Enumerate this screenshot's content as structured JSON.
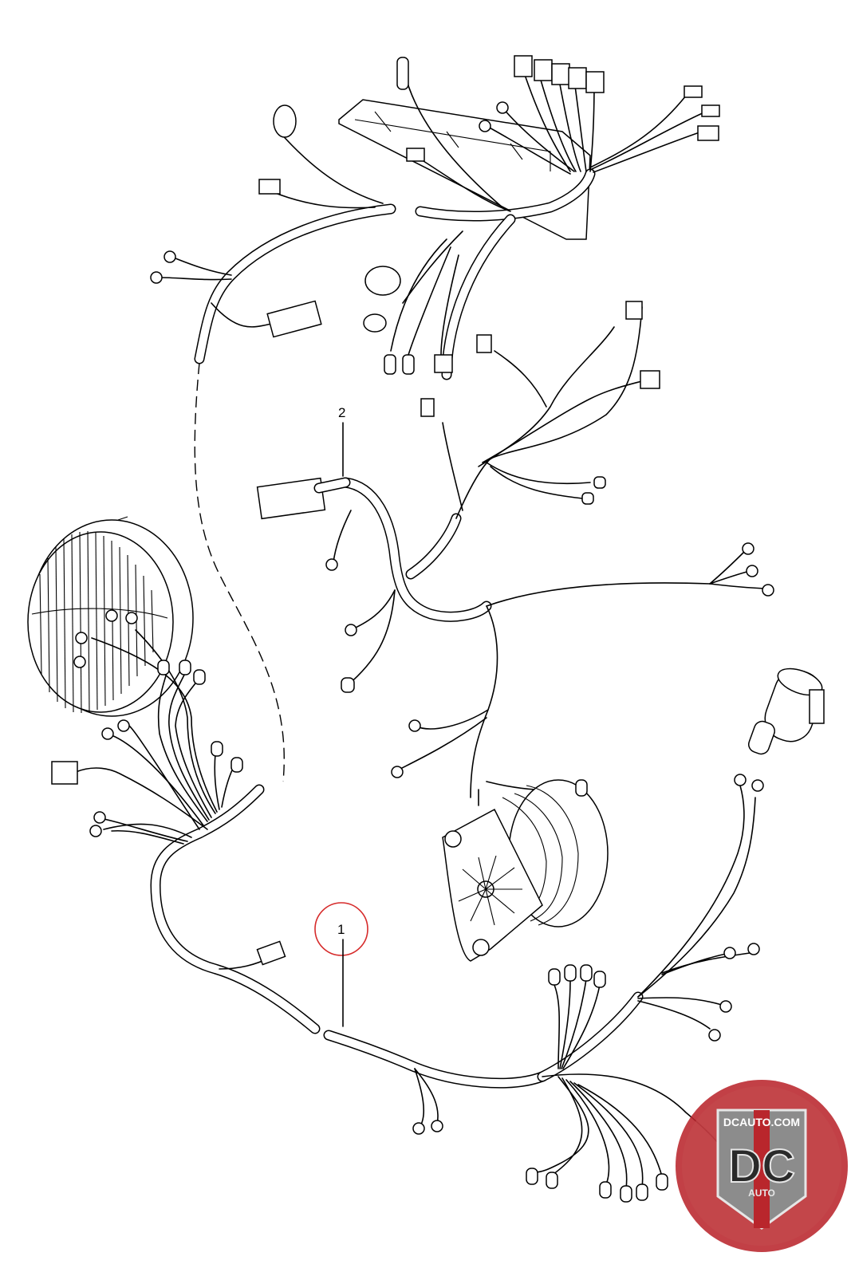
{
  "callouts": [
    {
      "id": "1",
      "label": "1",
      "highlighted": true,
      "highlight_color": "#d62b2b"
    },
    {
      "id": "2",
      "label": "2",
      "highlighted": false
    }
  ],
  "watermark": {
    "site": "DCAUTO.COM",
    "letters": "DC",
    "sub": "AUTO",
    "colors": {
      "badge": "#b9262c",
      "grey": "#8c8c8c",
      "dark": "#2a2a2a",
      "light": "#e6e6e6"
    }
  },
  "colors": {
    "line": "#000000",
    "background": "#ffffff"
  }
}
